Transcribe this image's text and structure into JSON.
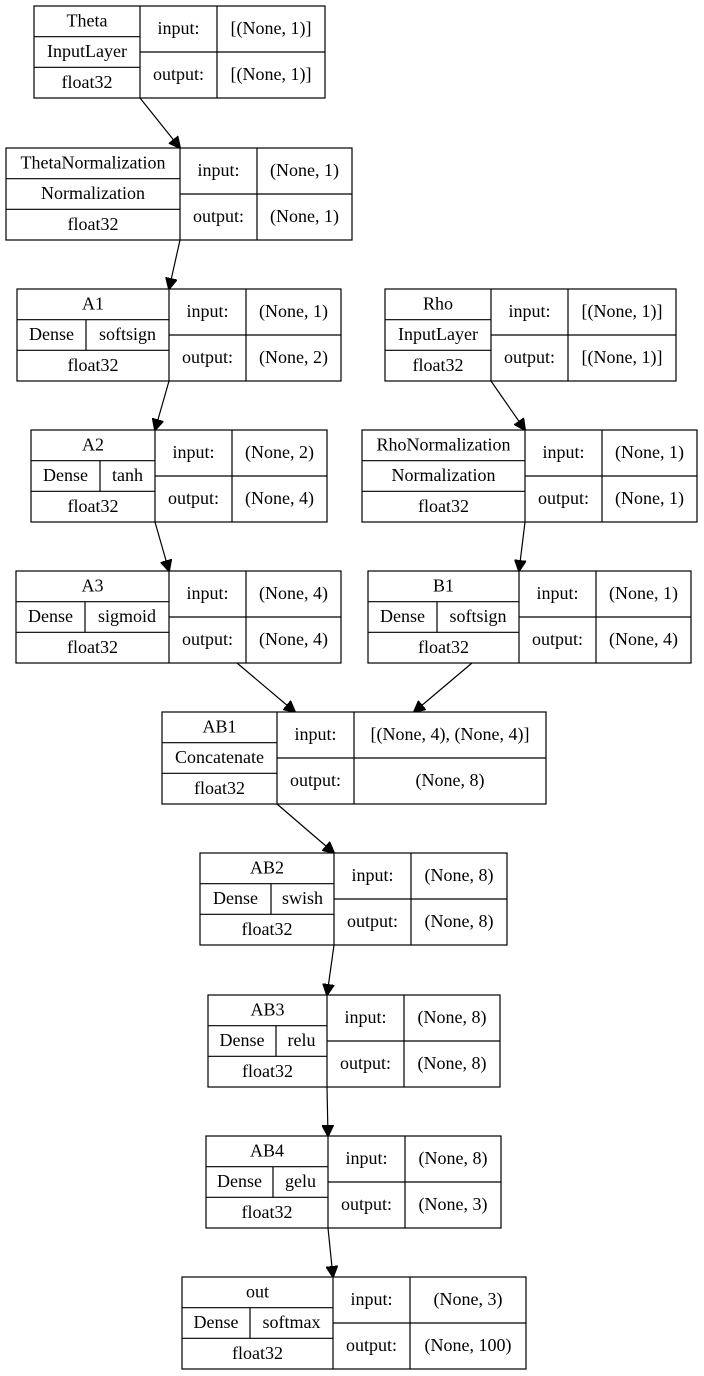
{
  "io_labels": {
    "input": "input:",
    "output": "output:"
  },
  "nodes": [
    {
      "id": "theta",
      "name": "Theta",
      "type": "InputLayer",
      "dtype": "float32",
      "input": "[(None, 1)]",
      "output": "[(None, 1)]"
    },
    {
      "id": "theta_norm",
      "name": "ThetaNormalization",
      "type": "Normalization",
      "dtype": "float32",
      "input": "(None, 1)",
      "output": "(None, 1)"
    },
    {
      "id": "a1",
      "name": "A1",
      "type": "Dense",
      "activation": "softsign",
      "dtype": "float32",
      "input": "(None, 1)",
      "output": "(None, 2)"
    },
    {
      "id": "rho",
      "name": "Rho",
      "type": "InputLayer",
      "dtype": "float32",
      "input": "[(None, 1)]",
      "output": "[(None, 1)]"
    },
    {
      "id": "a2",
      "name": "A2",
      "type": "Dense",
      "activation": "tanh",
      "dtype": "float32",
      "input": "(None, 2)",
      "output": "(None, 4)"
    },
    {
      "id": "rho_norm",
      "name": "RhoNormalization",
      "type": "Normalization",
      "dtype": "float32",
      "input": "(None, 1)",
      "output": "(None, 1)"
    },
    {
      "id": "a3",
      "name": "A3",
      "type": "Dense",
      "activation": "sigmoid",
      "dtype": "float32",
      "input": "(None, 4)",
      "output": "(None, 4)"
    },
    {
      "id": "b1",
      "name": "B1",
      "type": "Dense",
      "activation": "softsign",
      "dtype": "float32",
      "input": "(None, 1)",
      "output": "(None, 4)"
    },
    {
      "id": "ab1",
      "name": "AB1",
      "type": "Concatenate",
      "dtype": "float32",
      "input": "[(None, 4), (None, 4)]",
      "output": "(None, 8)"
    },
    {
      "id": "ab2",
      "name": "AB2",
      "type": "Dense",
      "activation": "swish",
      "dtype": "float32",
      "input": "(None, 8)",
      "output": "(None, 8)"
    },
    {
      "id": "ab3",
      "name": "AB3",
      "type": "Dense",
      "activation": "relu",
      "dtype": "float32",
      "input": "(None, 8)",
      "output": "(None, 8)"
    },
    {
      "id": "ab4",
      "name": "AB4",
      "type": "Dense",
      "activation": "gelu",
      "dtype": "float32",
      "input": "(None, 8)",
      "output": "(None, 3)"
    },
    {
      "id": "out",
      "name": "out",
      "type": "Dense",
      "activation": "softmax",
      "dtype": "float32",
      "input": "(None, 3)",
      "output": "(None, 100)"
    }
  ],
  "edges": [
    {
      "from": "theta",
      "to": "theta_norm"
    },
    {
      "from": "theta_norm",
      "to": "a1"
    },
    {
      "from": "a1",
      "to": "a2"
    },
    {
      "from": "a2",
      "to": "a3"
    },
    {
      "from": "rho",
      "to": "rho_norm"
    },
    {
      "from": "rho_norm",
      "to": "b1"
    },
    {
      "from": "a3",
      "to": "ab1"
    },
    {
      "from": "b1",
      "to": "ab1"
    },
    {
      "from": "ab1",
      "to": "ab2"
    },
    {
      "from": "ab2",
      "to": "ab3"
    },
    {
      "from": "ab3",
      "to": "ab4"
    },
    {
      "from": "ab4",
      "to": "out"
    }
  ]
}
